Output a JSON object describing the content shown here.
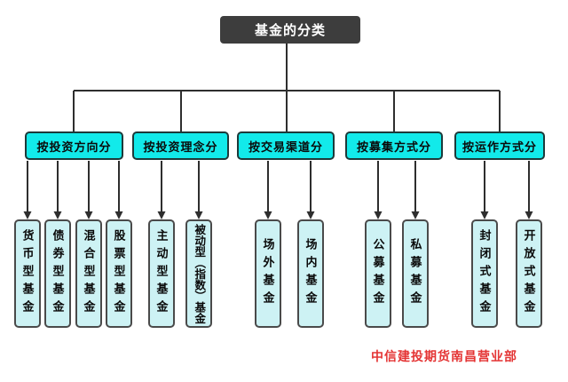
{
  "title": "基金的分类",
  "watermark": "中信建投期货南昌营业部",
  "colors": {
    "title_fill": "#3d3d3d",
    "category_fill": "#12eaea",
    "leaf_fill": "#cdf2f4",
    "line": "#2e2e2e",
    "watermark_color": "#e43434"
  },
  "groups": [
    {
      "label": "按投资方向分",
      "leaves": [
        "货币型基金",
        "债券型基金",
        "混合型基金",
        "股票型基金"
      ]
    },
    {
      "label": "按投资理念分",
      "leaves": [
        "主动型基金",
        "被动型（指数）基金"
      ]
    },
    {
      "label": "按交易渠道分",
      "leaves": [
        "场外基金",
        "场内基金"
      ]
    },
    {
      "label": "按募集方式分",
      "leaves": [
        "公募基金",
        "私募基金"
      ]
    },
    {
      "label": "按运作方式分",
      "leaves": [
        "封闭式基金",
        "开放式基金"
      ]
    }
  ]
}
